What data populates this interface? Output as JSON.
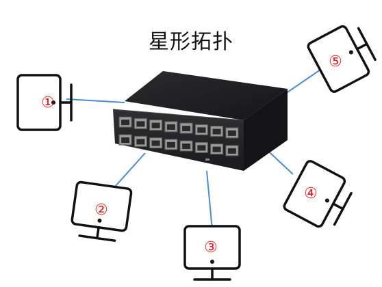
{
  "title": "星形拓扑",
  "colors": {
    "link": "#4a8bd0",
    "monitor_outline": "#111111",
    "label": "#e02020",
    "switch_body": "#1c1c1e"
  },
  "hub": {
    "name": "switch",
    "port_count": 16
  },
  "terminals": [
    {
      "id": "1",
      "label": "①"
    },
    {
      "id": "2",
      "label": "②"
    },
    {
      "id": "3",
      "label": "③"
    },
    {
      "id": "4",
      "label": "④"
    },
    {
      "id": "5",
      "label": "⑤"
    }
  ]
}
